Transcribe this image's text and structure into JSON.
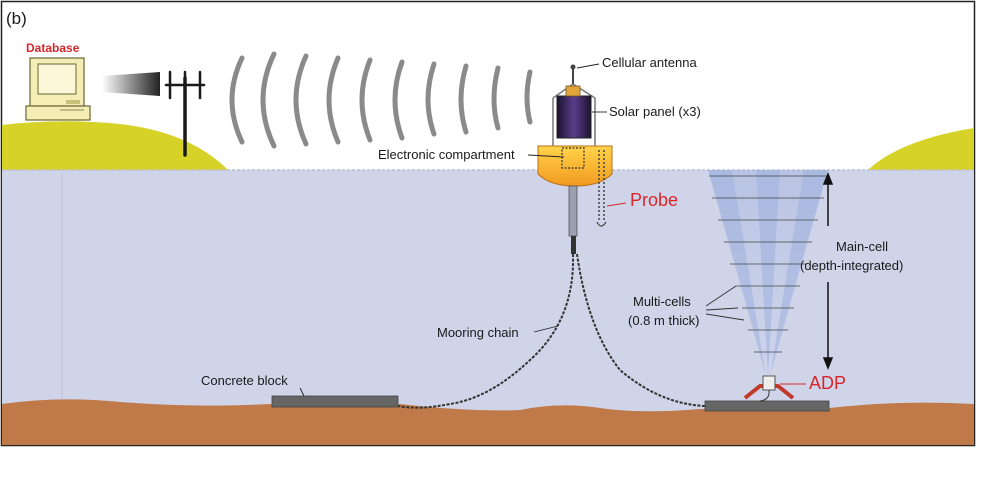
{
  "panel_label": "(b)",
  "labels": {
    "database": "Database",
    "cellular_antenna": "Cellular antenna",
    "solar_panel": "Solar panel (x3)",
    "electronic_compartment": "Electronic compartment",
    "probe": "Probe",
    "main_cell_line1": "Main-cell",
    "main_cell_line2": "(depth-integrated)",
    "multi_cells_line1": "Multi-cells",
    "multi_cells_line2": "(0.8 m thick)",
    "mooring_chain": "Mooring chain",
    "concrete_block": "Concrete block",
    "adp": "ADP"
  },
  "colors": {
    "water": "#cfd4e8",
    "sediment": "#c07a4a",
    "grass": "#d6d227",
    "buoy_orange": "#f5a623",
    "accent_red": "#d9262a",
    "wave_grey": "#8a8a8a",
    "solar_purple": "#3c2860"
  }
}
